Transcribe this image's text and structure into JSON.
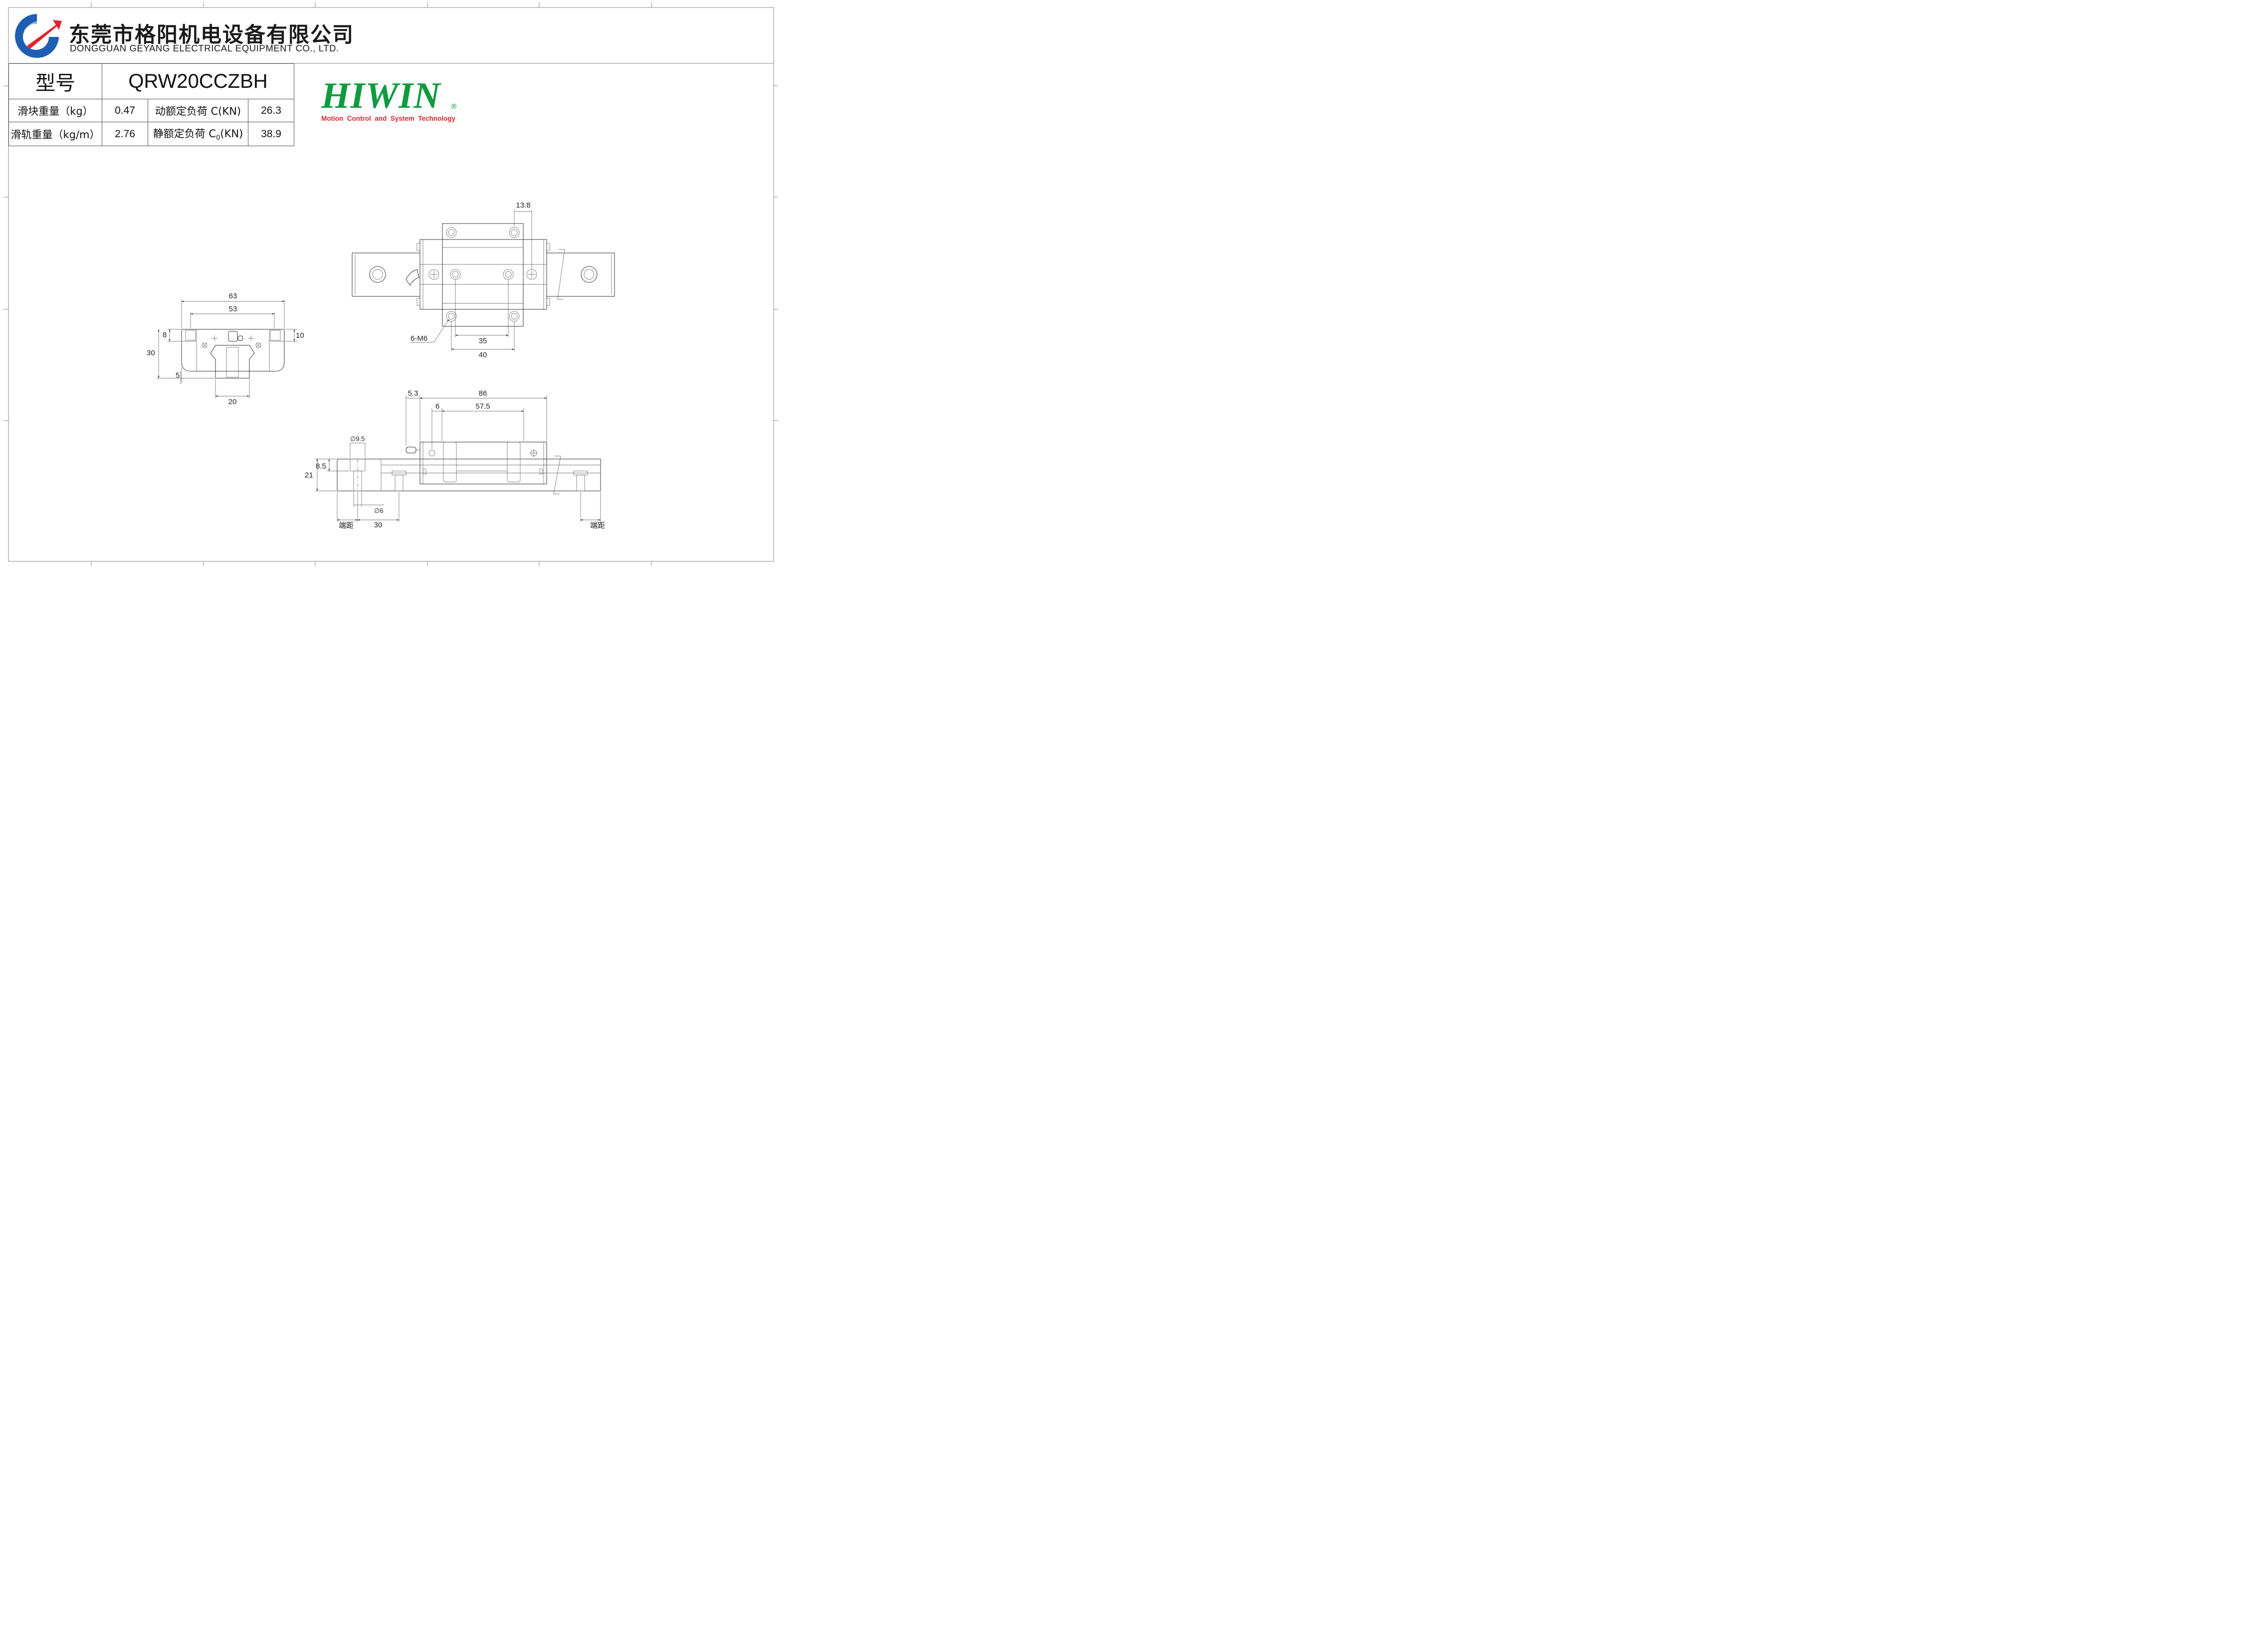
{
  "company": {
    "name_cn": "东莞市格阳机电设备有限公司",
    "name_en": "DONGGUAN GEYANG ELECTRICAL EQUIPMENT CO., LTD.",
    "logo_colors": [
      "#1e5fb4",
      "#e2232a"
    ]
  },
  "spec": {
    "model_label": "型号",
    "model_value": "QRW20CCZBH",
    "rows": [
      {
        "label": "滑块重量（kg）",
        "value": "0.47",
        "load_label": "动额定负荷 C(KN)",
        "load_value": "26.3"
      },
      {
        "label": "滑轨重量（kg/m）",
        "value": "2.76",
        "load_label_prefix": "静额定负荷 C",
        "load_label_sub": "0",
        "load_label_suffix": "(KN)",
        "load_value": "38.9"
      }
    ]
  },
  "brand": {
    "name": "HIWIN",
    "registered": "®",
    "tagline": "Motion  Control  and  System  Technology",
    "color_green": "#0f9b3f",
    "color_red": "#d7262b"
  },
  "drawing": {
    "front_view": {
      "d63": "63",
      "d53": "53",
      "d8": "8",
      "d10": "10",
      "d30": "30",
      "d5": "5",
      "d20": "20"
    },
    "top_view": {
      "d13_8": "13.8",
      "screw": "6-M6",
      "d35": "35",
      "d40": "40"
    },
    "side_view": {
      "d5_3": "5.3",
      "d86": "86",
      "d6": "6",
      "d57_5": "57.5",
      "dia9_5": "∅9.5",
      "d8_5": "8.5",
      "d21": "21",
      "dia6": "∅6",
      "end_left": "端距",
      "d30": "30",
      "end_right": "端距"
    }
  }
}
